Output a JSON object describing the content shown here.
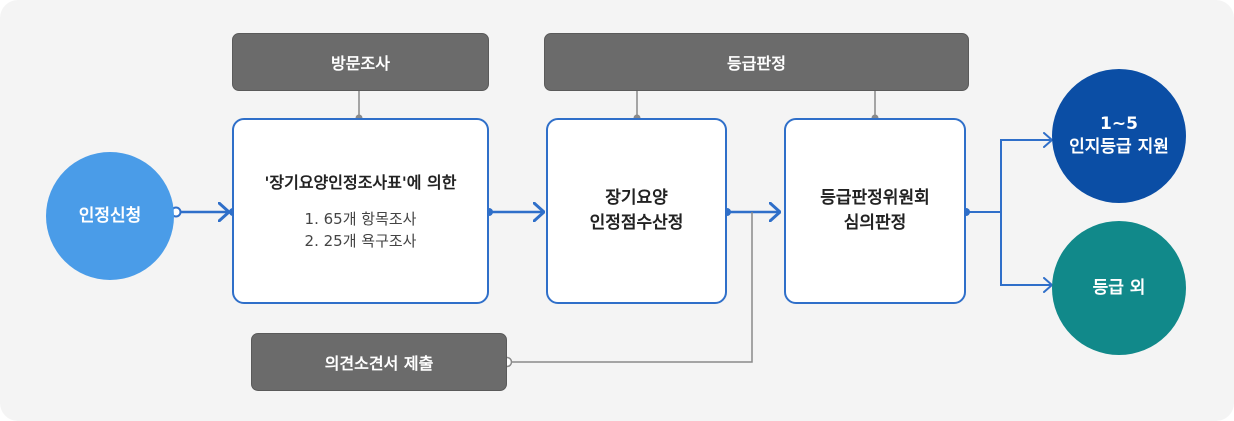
{
  "colors": {
    "background": "#f4f4f4",
    "connector_blue": "#2f6fc9",
    "gray_box": "#6b6b6b",
    "apply_circle": "#4a9ce8",
    "grade_circle": "#0b4ea5",
    "outside_circle": "#11898a"
  },
  "apply": {
    "label": "인정신청"
  },
  "visit": {
    "header": "방문조사"
  },
  "survey": {
    "title": "'장기요양인정조사표'에 의한",
    "items": [
      "1. 65개 항목조사",
      "2. 25개 욕구조사"
    ]
  },
  "grading": {
    "header": "등급판정"
  },
  "score": {
    "lines": [
      "장기요양",
      "인정점수산정"
    ]
  },
  "committee": {
    "lines": [
      "등급판정위원회",
      "심의판정"
    ]
  },
  "opinion": {
    "label": "의견소견서 제출"
  },
  "outcomes": {
    "grade": {
      "lines": [
        "1~5",
        "인지등급 지원"
      ]
    },
    "outside": {
      "label": "등급 외"
    }
  }
}
